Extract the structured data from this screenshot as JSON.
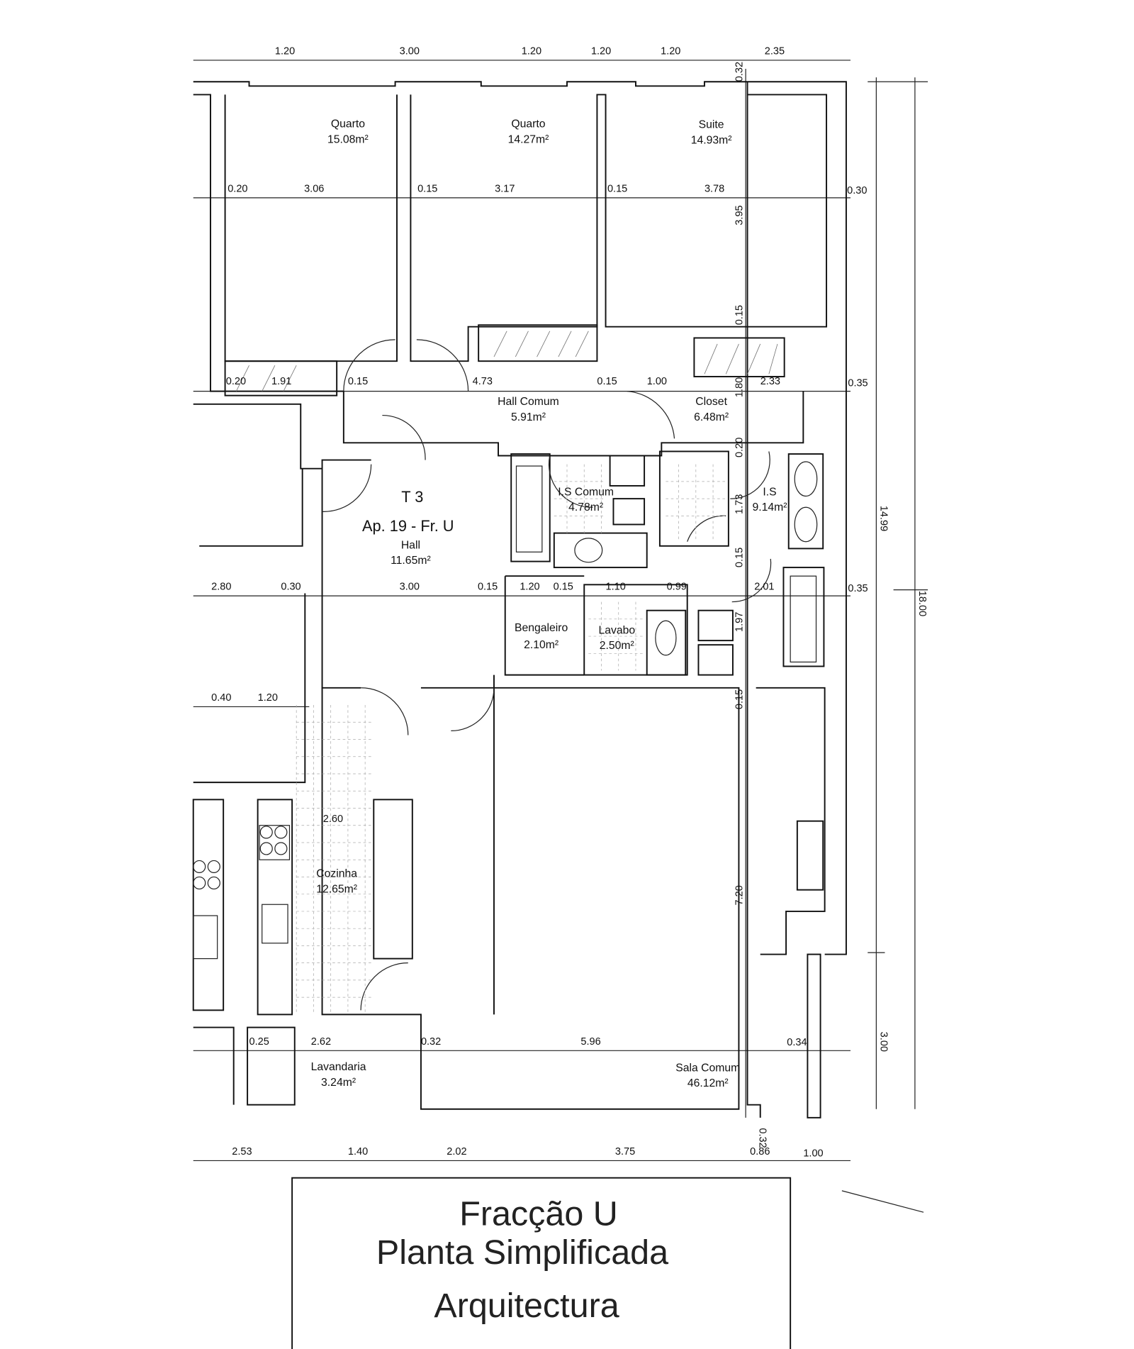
{
  "title": {
    "line1": "Fracção U",
    "line2": "Planta Simplificada",
    "line3": "Arquitectura"
  },
  "apartment": {
    "type": "T 3",
    "unit": "Ap. 19 - Fr. U"
  },
  "rooms": [
    {
      "name": "Quarto",
      "area": "15.08m²"
    },
    {
      "name": "Quarto",
      "area": "14.27m²"
    },
    {
      "name": "Suite",
      "area": "14.93m²"
    },
    {
      "name": "Hall Comum",
      "area": "5.91m²"
    },
    {
      "name": "Closet",
      "area": "6.48m²"
    },
    {
      "name": "Hall",
      "area": "11.65m²"
    },
    {
      "name": "I.S Comum",
      "area": "4.78m²"
    },
    {
      "name": "I.S",
      "area": "9.14m²"
    },
    {
      "name": "Bengaleiro",
      "area": "2.10m²"
    },
    {
      "name": "Lavabo",
      "area": "2.50m²"
    },
    {
      "name": "Cozinha",
      "area": "12.65m²"
    },
    {
      "name": "Lavandaria",
      "area": "3.24m²"
    },
    {
      "name": "Sala Comum",
      "area": "46.12m²"
    }
  ],
  "dimensions": {
    "top": [
      "1.20",
      "3.00",
      "1.20",
      "1.20",
      "1.20",
      "2.35"
    ],
    "row1": [
      "0.20",
      "3.06",
      "0.15",
      "3.17",
      "0.15",
      "3.78",
      "0.30"
    ],
    "row2": [
      "0.20",
      "1.91",
      "0.15",
      "4.73",
      "0.15",
      "1.00",
      "2.33",
      "0.35"
    ],
    "row3": [
      "2.80",
      "0.30",
      "3.00",
      "0.15",
      "1.20",
      "0.15",
      "1.10",
      "0.99",
      "2.01",
      "0.35"
    ],
    "row4": [
      "0.40",
      "1.20"
    ],
    "kitchen": [
      "2.60"
    ],
    "row5": [
      "0.25",
      "2.62",
      "0.32",
      "5.96",
      "0.34"
    ],
    "bottom": [
      "2.53",
      "1.40",
      "2.02",
      "3.75",
      "0.86",
      "1.00"
    ],
    "vertical": [
      "0.32",
      "3.95",
      "0.15",
      "1.80",
      "0.20",
      "1.73",
      "0.15",
      "1.97",
      "0.15",
      "7.20",
      "0.32",
      "14.99",
      "18.00",
      "3.00"
    ]
  }
}
